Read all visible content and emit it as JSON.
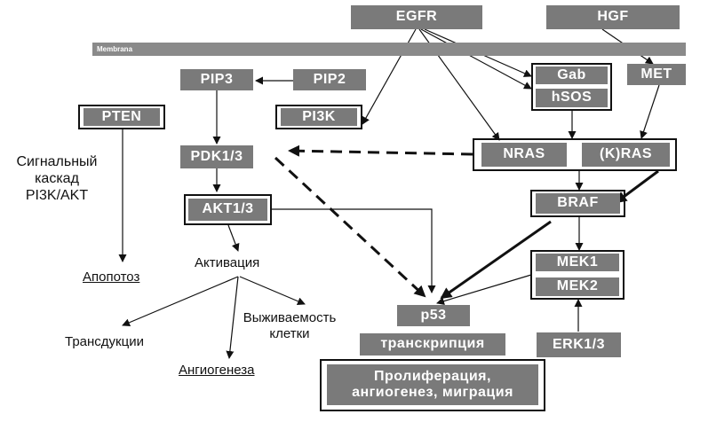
{
  "membrane": "Membrana",
  "nodes": {
    "egfr": "EGFR",
    "hgf": "HGF",
    "pip3": "PIP3",
    "pip2": "PIP2",
    "gab": "Gab",
    "met": "MET",
    "hsos": "hSOS",
    "pten": "PTEN",
    "pi3k": "PI3K",
    "pdk": "PDK1/3",
    "nras": "NRAS",
    "kras": "(K)RAS",
    "akt": "AKT1/3",
    "braf": "BRAF",
    "mek1": "MEK1",
    "mek2": "MEK2",
    "p53": "p53",
    "transcription": "транскрипция",
    "erk": "ERK1/3",
    "proliferation": "Пролиферация,\nангиогенез, миграция"
  },
  "labels": {
    "cascade": "Сигнальный\nкаскад\nPI3K/AKT",
    "apoptosis": "Апопотоз",
    "activation": "Активация",
    "transduction": "Трансдукции",
    "survival": "Выживаемость\nклетки",
    "angiogenesis": "Ангиогенеза"
  }
}
